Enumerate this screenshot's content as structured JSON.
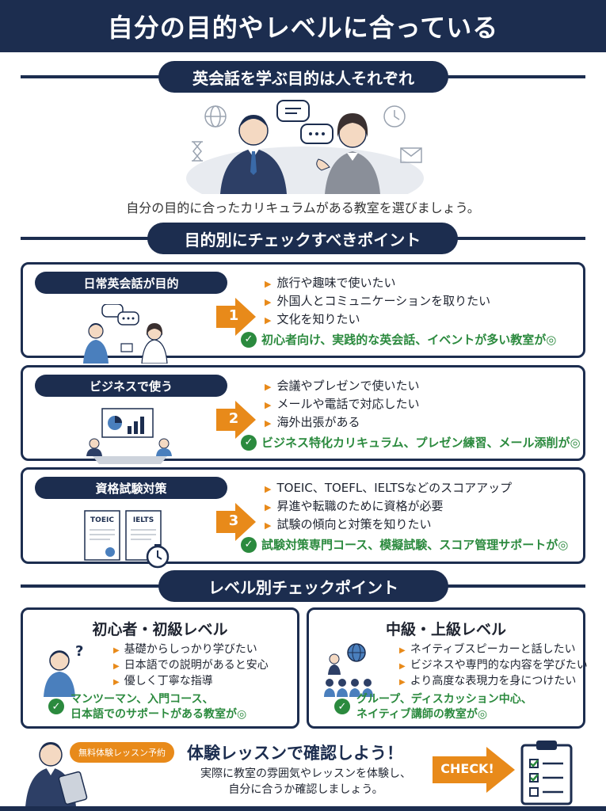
{
  "title": "自分の目的やレベルに合っている",
  "section1": {
    "heading": "英会話を学ぶ目的は人それぞれ",
    "subtext": "自分の目的に合ったカリキュラムがある教室を選びましょう。"
  },
  "section2": {
    "heading": "目的別にチェックすべきポイント",
    "cards": [
      {
        "tag": "日常英会話が目的",
        "number": "1",
        "items": [
          "旅行や趣味で使いたい",
          "外国人とコミュニケーションを取りたい",
          "文化を知りたい"
        ],
        "result": "初心者向け、実践的な英会話、イベントが多い教室が◎"
      },
      {
        "tag": "ビジネスで使う",
        "number": "2",
        "items": [
          "会議やプレゼンで使いたい",
          "メールや電話で対応したい",
          "海外出張がある"
        ],
        "result": "ビジネス特化カリキュラム、プレゼン練習、メール添削が◎"
      },
      {
        "tag": "資格試験対策",
        "number": "3",
        "items": [
          "TOEIC、TOEFL、IELTSなどのスコアアップ",
          "昇進や転職のために資格が必要",
          "試験の傾向と対策を知りたい"
        ],
        "result": "試験対策専門コース、模擬試験、スコア管理サポートが◎",
        "doc_labels": [
          "TOEIC",
          "IELTS"
        ]
      }
    ]
  },
  "section3": {
    "heading": "レベル別チェックポイント",
    "levels": [
      {
        "title": "初心者・初級レベル",
        "items": [
          "基礎からしっかり学びたい",
          "日本語での説明があると安心",
          "優しく丁寧な指導"
        ],
        "result_lines": [
          "マンツーマン、入門コース、",
          "日本語でのサポートがある教室が◎"
        ]
      },
      {
        "title": "中級・上級レベル",
        "items": [
          "ネイティブスピーカーと話したい",
          "ビジネスや専門的な内容を学びたい",
          "より高度な表現力を身につけたい"
        ],
        "result_lines": [
          "グループ、ディスカッション中心、",
          "ネイティブ講師の教室が◎"
        ]
      }
    ]
  },
  "trial": {
    "badge": "無料体験レッスン予約",
    "title": "体験レッスンで確認しよう！",
    "desc_lines": [
      "実際に教室の雰囲気やレッスンを体験し、",
      "自分に合うか確認しましょう。"
    ],
    "check_label": "CHECK!"
  },
  "colors": {
    "navy": "#1c2d4f",
    "orange": "#e88a1a",
    "green": "#2b8a3e"
  }
}
